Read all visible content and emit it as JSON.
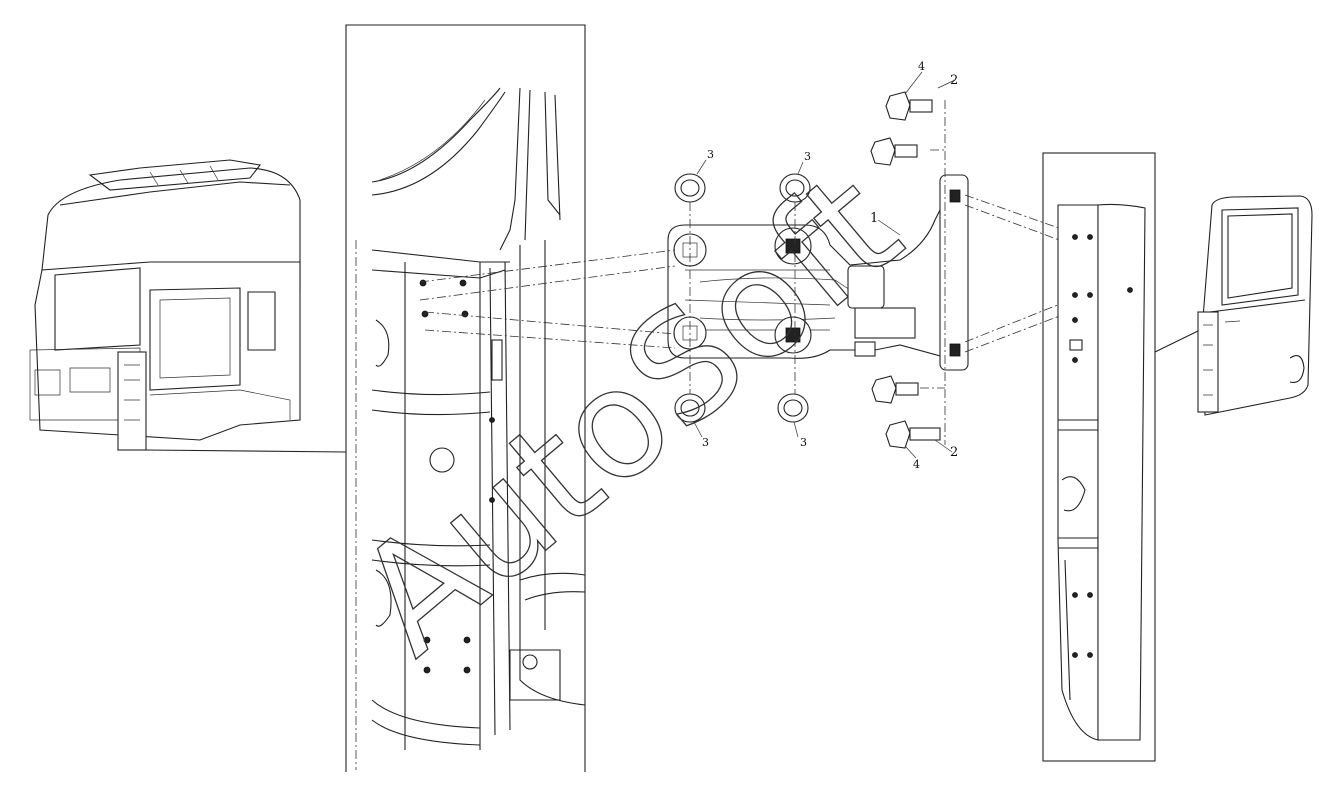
{
  "callouts": {
    "c1": "1",
    "c2_top": "2",
    "c2_bottom": "2",
    "c3_top_left": "3",
    "c3_top_right": "3",
    "c3_bottom_left": "3",
    "c3_bottom_right": "3",
    "c4_top": "4",
    "c4_bottom": "4"
  },
  "watermark": {
    "text": "AutoSoft"
  }
}
